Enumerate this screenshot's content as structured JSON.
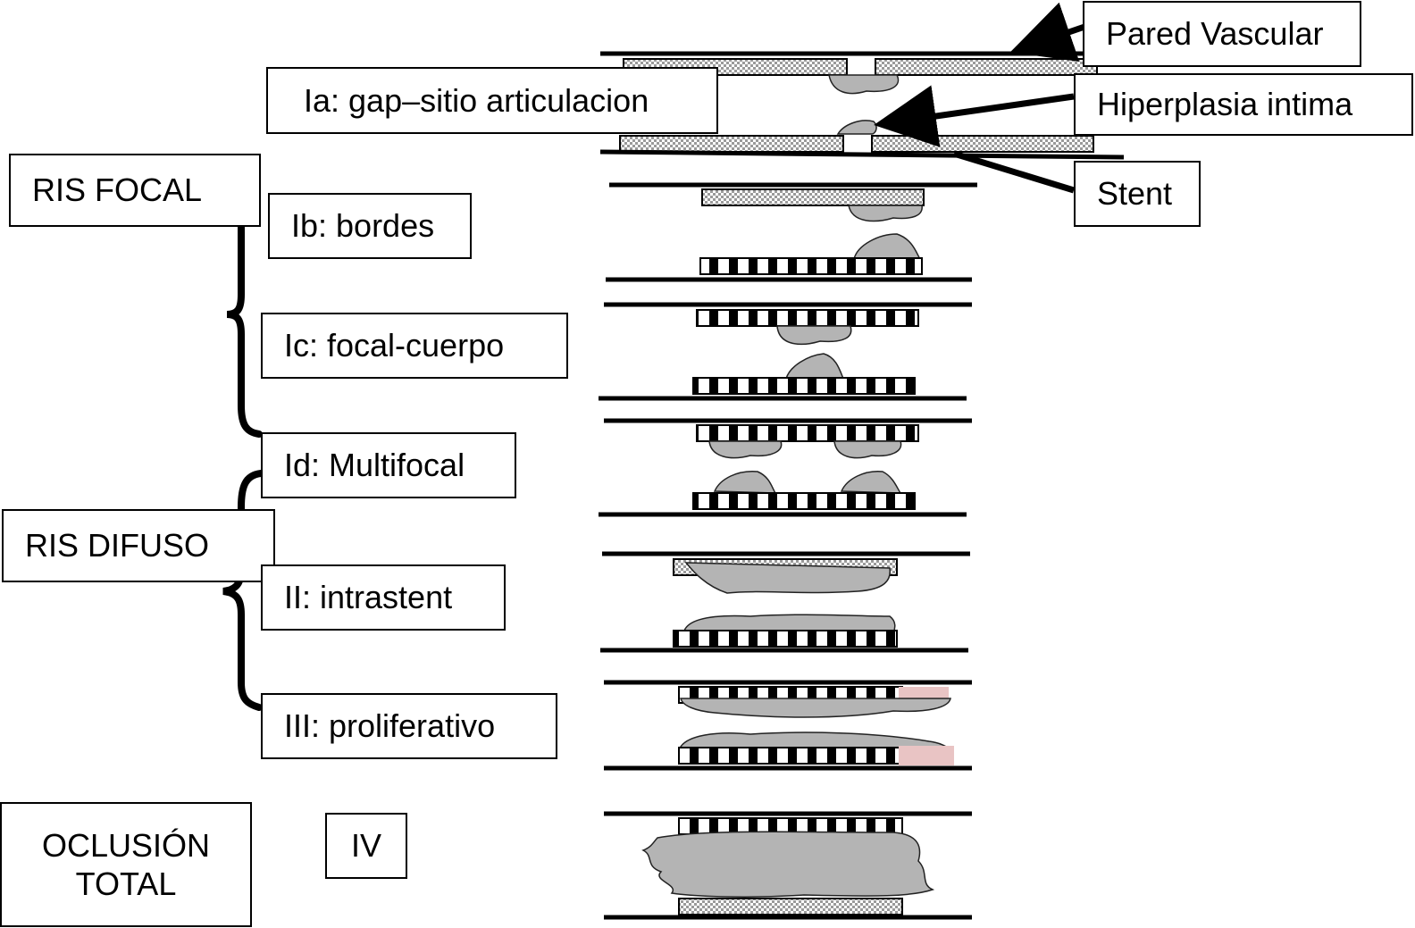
{
  "labels": {
    "pared_vascular": "Pared Vascular",
    "hiperplasia_intima": "Hiperplasia intima",
    "stent": "Stent",
    "ia": "Ia: gap–sitio articulacion",
    "ib": "Ib: bordes",
    "ic": "Ic: focal-cuerpo",
    "id": "Id: Multifocal",
    "ii": "II: intrastent",
    "iii": "III: proliferativo",
    "iv": "IV",
    "ris_focal": "RIS FOCAL",
    "ris_difuso": "RIS DIFUSO",
    "oclusion_line1": "OCLUSIÓN",
    "oclusion_line2": "TOTAL"
  },
  "colors": {
    "hyperplasia_fill": "#b4b4b4",
    "vessel_wall": "#000000",
    "stent_strut": "#000000",
    "stent_mesh": "#d9d9d9",
    "pink_patch": "#e9c4c4"
  },
  "patterns": [
    {
      "type": "Ia",
      "lesion": "gap at stent articulation"
    },
    {
      "type": "Ib",
      "lesion": "stent border"
    },
    {
      "type": "Ic",
      "lesion": "focal in stent body"
    },
    {
      "type": "Id",
      "lesion": "multifocal"
    },
    {
      "type": "II",
      "lesion": "intrastent diffuse"
    },
    {
      "type": "III",
      "lesion": "proliferative, beyond stent"
    },
    {
      "type": "IV",
      "lesion": "total occlusion"
    }
  ]
}
